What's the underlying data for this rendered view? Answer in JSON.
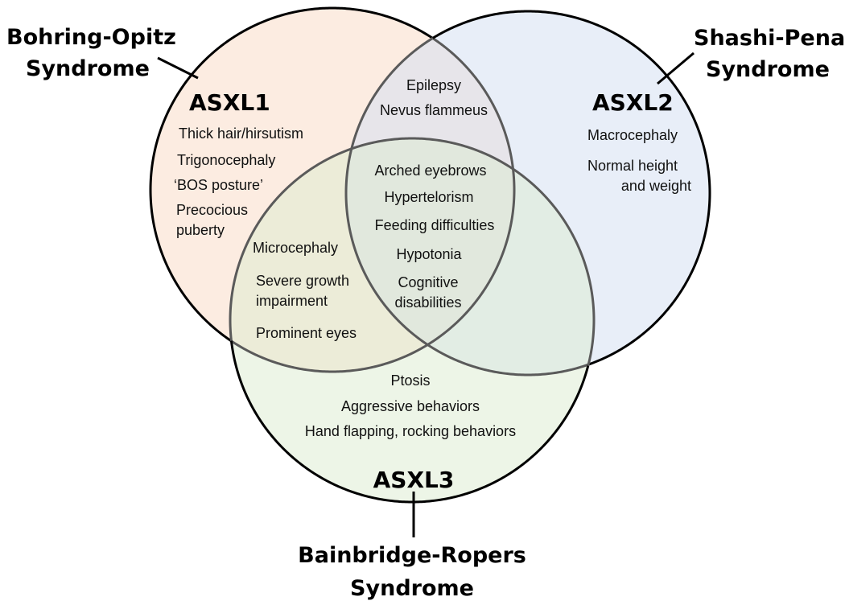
{
  "colors": {
    "asxl1_fill": "#f9dcc8",
    "asxl2_fill": "#d6e0f2",
    "asxl3_fill": "#dcebd0",
    "outline": "#000000",
    "overlap_outline": "#5a5a5a"
  },
  "syndromes": {
    "asxl1": {
      "line1": "Bohring-Opitz",
      "line2": "Syndrome"
    },
    "asxl2": {
      "line1": "Shashi-Pena",
      "line2": "Syndrome"
    },
    "asxl3": {
      "line1": "Bainbridge-Ropers",
      "line2": "Syndrome"
    }
  },
  "genes": {
    "asxl1": "ASXL1",
    "asxl2": "ASXL2",
    "asxl3": "ASXL3"
  },
  "features": {
    "asxl1_only": [
      "Thick hair/hirsutism",
      "Trigonocephaly",
      "‘BOS posture’",
      "Precocious",
      "puberty"
    ],
    "asxl2_only": [
      "Macrocephaly",
      "Normal height",
      "and weight"
    ],
    "asxl3_only": [
      "Ptosis",
      "Aggressive behaviors",
      "Hand flapping, rocking behaviors"
    ],
    "asxl1_asxl2": [
      "Epilepsy",
      "Nevus flammeus"
    ],
    "asxl1_asxl3": [
      "Microcephaly",
      "Severe growth",
      "impairment",
      "Prominent eyes"
    ],
    "all_three": [
      "Arched eyebrows",
      "Hypertelorism",
      "Feeding difficulties",
      "Hypotonia",
      "Cognitive",
      "disabilities"
    ]
  }
}
